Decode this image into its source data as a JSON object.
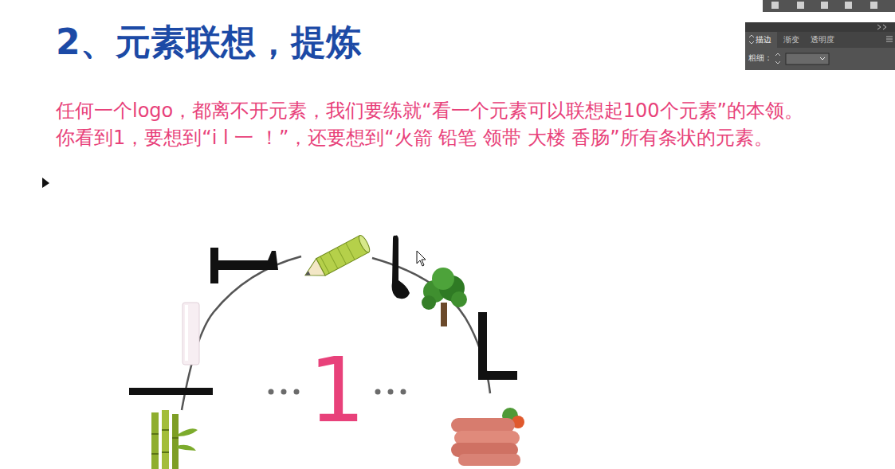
{
  "diagram": {
    "title": "2、元素联想，提炼",
    "labels": [
      "任何一个logo，都离不开元素，我们要练就“看一个元素可以联想起100个元素”的本领。",
      "你看到1，要想到“i l 一 ！”，还要想到“火箭 铅笔 领带 大楼 香肠”所有条状的元素。",
      "描边",
      "渐变",
      "透明度",
      "粗细：",
      "1"
    ]
  }
}
